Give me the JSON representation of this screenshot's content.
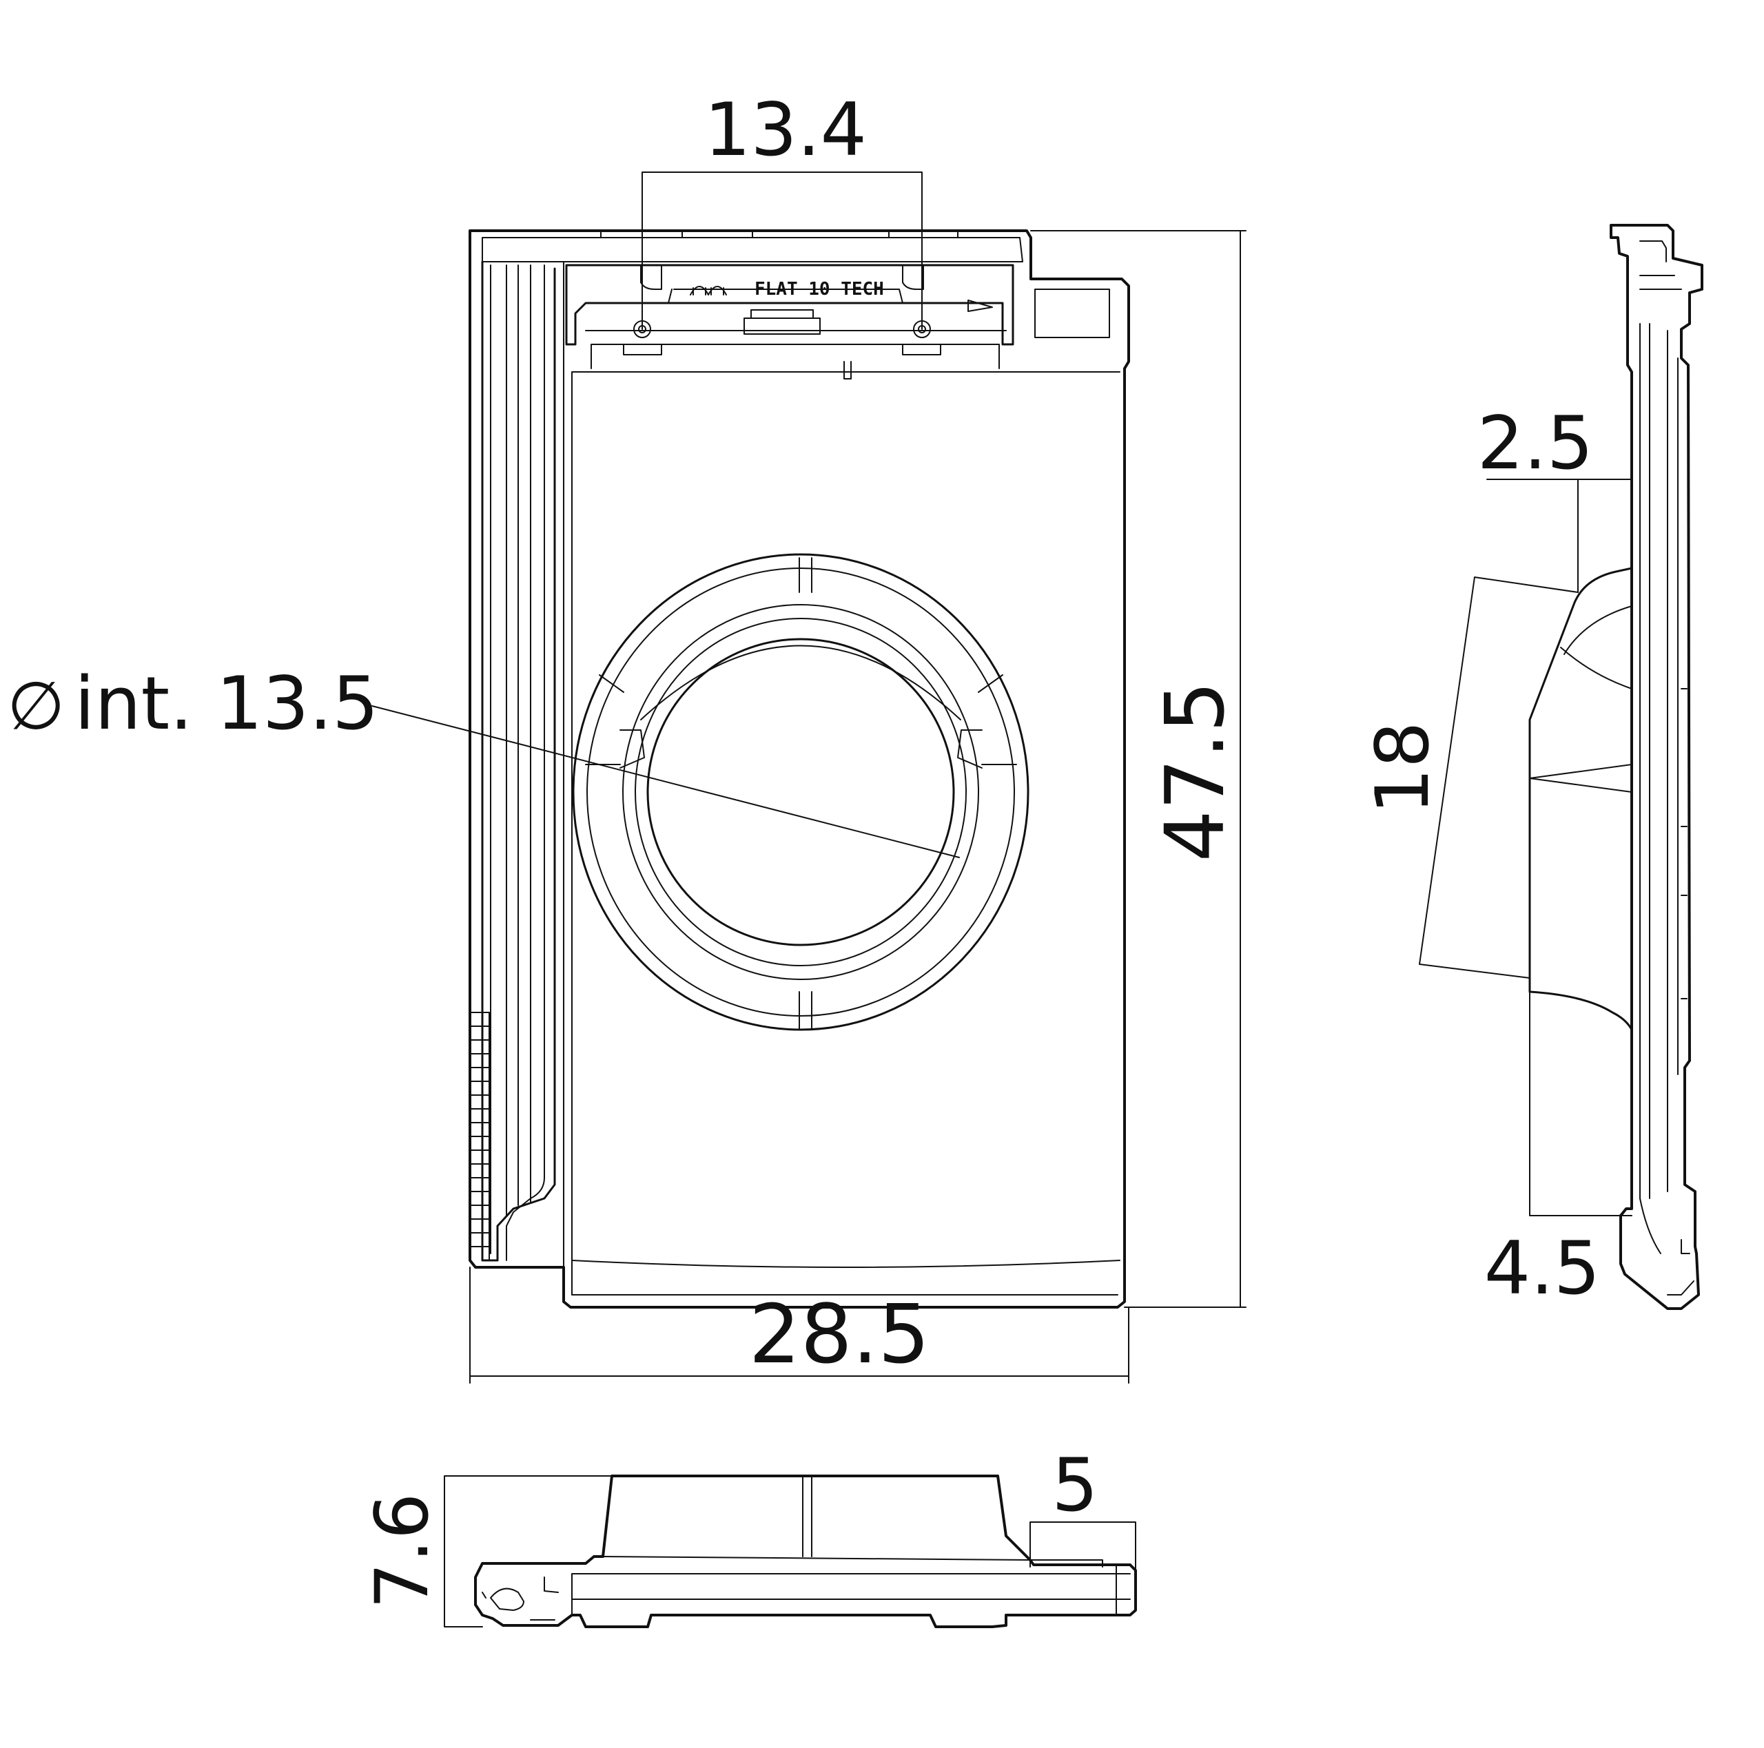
{
  "diagram": {
    "brand_text": "FLAT 10 TECH",
    "brand_icon": "double-arch-logo-icon",
    "colors": {
      "line": "#111111",
      "background": "#ffffff"
    },
    "dimensions": {
      "top_width": "13.4",
      "diameter_symbol": "∅",
      "inner_diameter": "int. 13.5",
      "height": "47.5",
      "width": "28.5",
      "side_top_offset": "2.5",
      "side_length": "18",
      "side_bottom_offset": "4.5",
      "bottom_height": "7.6",
      "bottom_step": "5"
    }
  }
}
